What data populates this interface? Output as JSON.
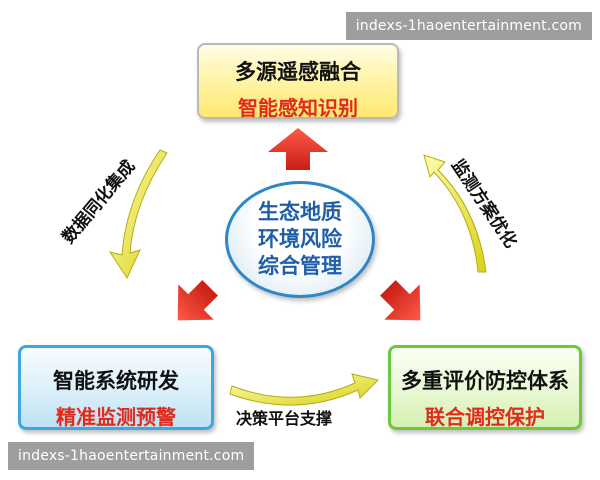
{
  "watermark_top": "indexs-1haoentertainment.com",
  "watermark_bottom": "indexs-1haoentertainment.com",
  "center": {
    "line1": "生态地质",
    "line2": "环境风险",
    "line3": "综合管理"
  },
  "top_box": {
    "line1": "多源遥感融合",
    "line2": "智能感知识别"
  },
  "left_box": {
    "line1": "智能系统研发",
    "line2": "精准监测预警"
  },
  "right_box": {
    "line1": "多重评价防控体系",
    "line2": "联合调控保护"
  },
  "labels": {
    "left_curve": "数据同化集成",
    "right_curve": "监测方案优化",
    "bottom_curve": "决策平台支撑"
  },
  "colors": {
    "red_text": "#e02a1c",
    "center_text": "#1f5ea8",
    "red_arrow": "#e8342a",
    "yellow_arrow": "#e8e43a"
  }
}
